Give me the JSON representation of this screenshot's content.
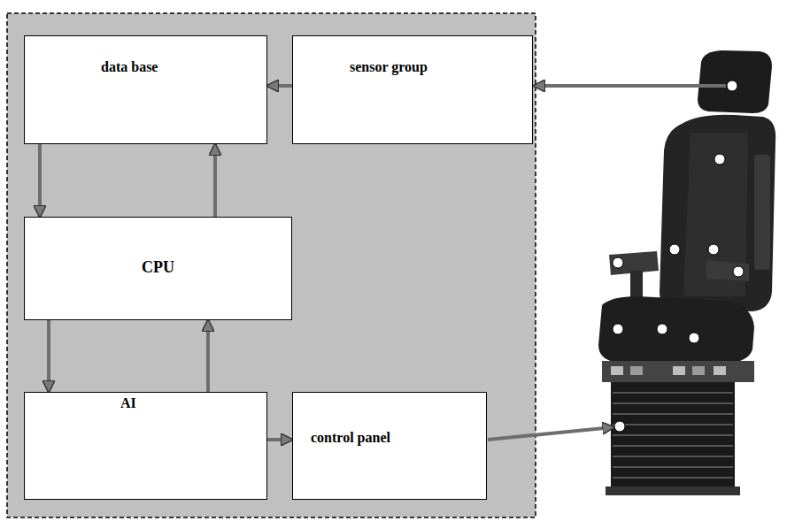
{
  "diagram": {
    "nodes": [
      {
        "text": [
          "data base"
        ]
      },
      {
        "text": [
          "sensor group"
        ]
      },
      {
        "text": [
          "CPU"
        ]
      },
      {
        "text": [
          "AI"
        ]
      },
      {
        "text": [
          "control panel"
        ]
      }
    ],
    "edges": [
      {
        "from": 1,
        "to": 0,
        "arrow": "to"
      },
      {
        "from": 0,
        "to": 2,
        "arrow": "to"
      },
      {
        "from": 2,
        "to": 0,
        "arrow": "to"
      },
      {
        "from": 2,
        "to": 3,
        "arrow": "to"
      },
      {
        "from": 3,
        "to": 2,
        "arrow": "to"
      },
      {
        "from": 3,
        "to": 4,
        "arrow": "to"
      }
    ]
  }
}
